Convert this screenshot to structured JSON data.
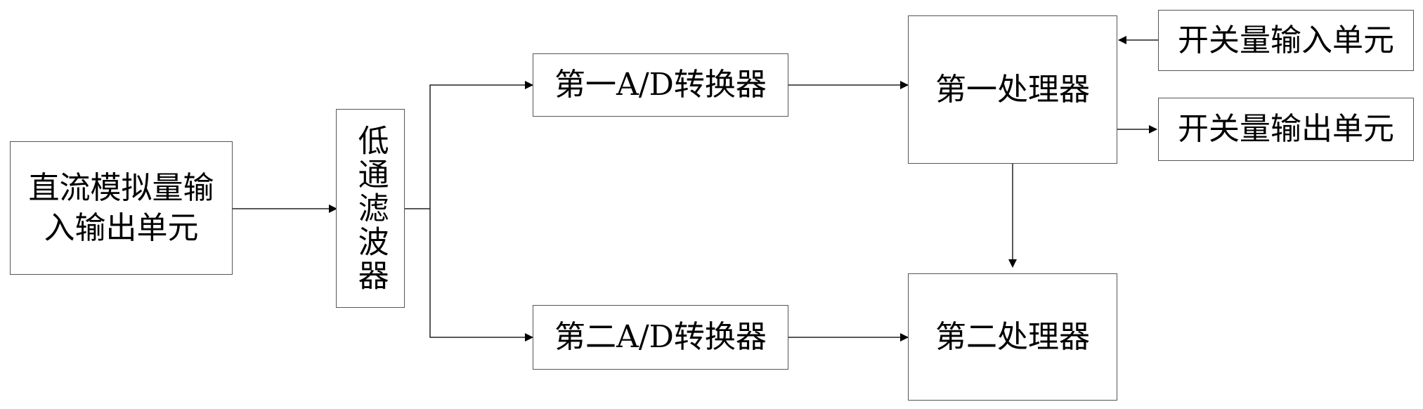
{
  "nodes": {
    "dc_io": "直流模拟量输入输出单元",
    "lowpass": "低通滤波器",
    "adc1": "第一A/D转换器",
    "adc2": "第二A/D转换器",
    "cpu1": "第一处理器",
    "cpu2": "第二处理器",
    "switch_in": "开关量输入单元",
    "switch_out": "开关量输出单元"
  }
}
